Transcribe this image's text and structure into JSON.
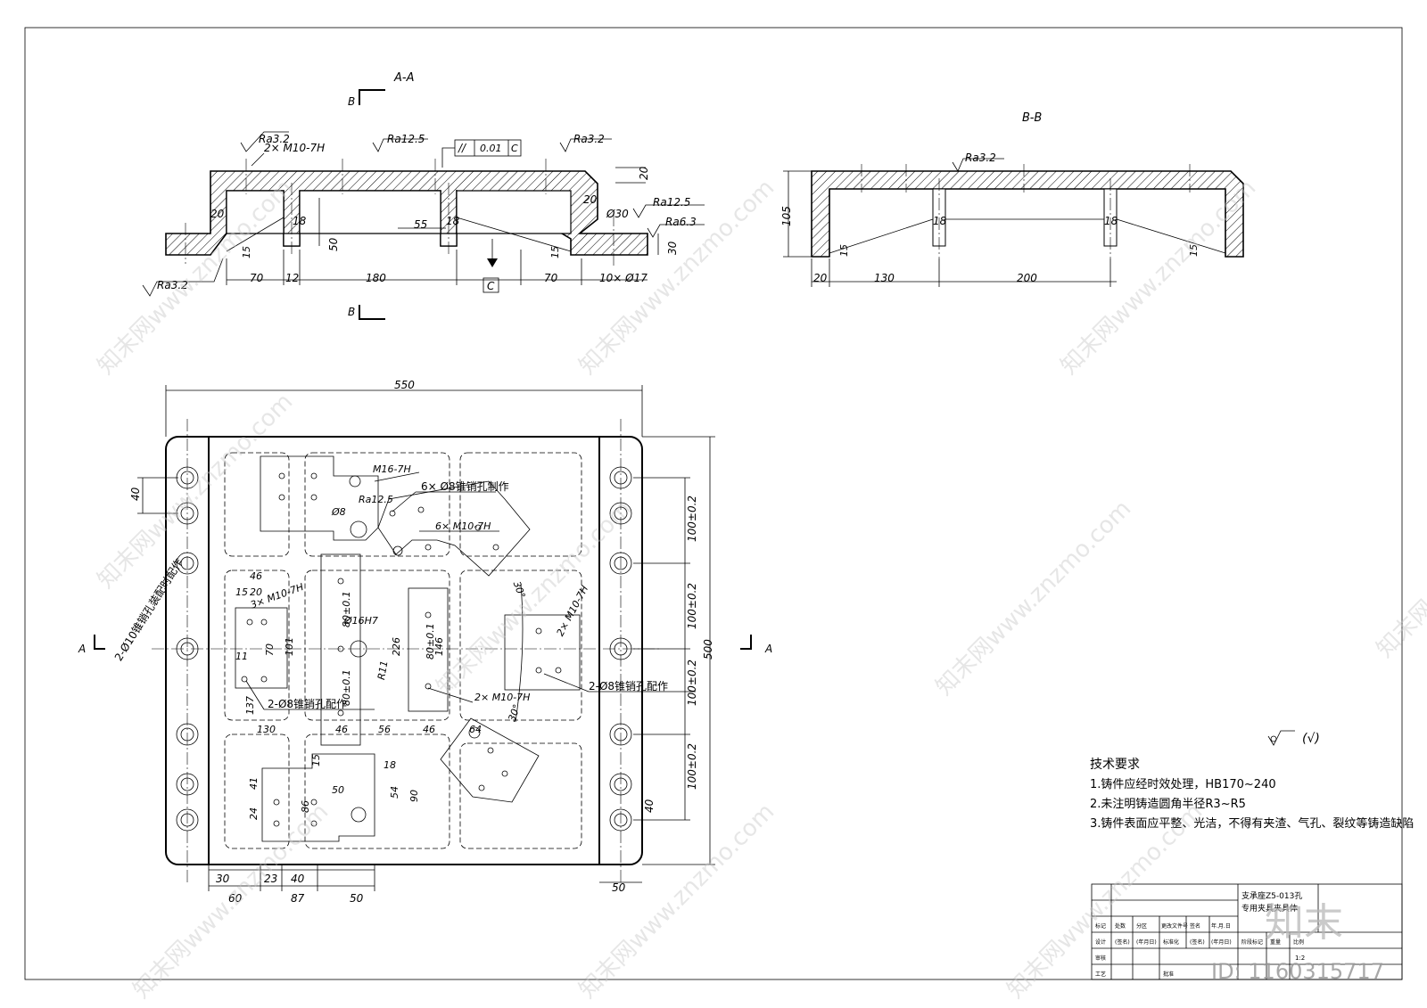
{
  "section_aa": {
    "title": "A-A",
    "cut_mark": "B",
    "roughness": [
      "Ra3.2",
      "Ra12.5",
      "Ra3.2",
      "Ra12.5",
      "Ra6.3",
      "Ra3.2"
    ],
    "thread_callout": "2× M10-7H",
    "tolerance_frame": [
      "//",
      "0.01",
      "C"
    ],
    "datum": "C",
    "dims": [
      "20",
      "18",
      "50",
      "55",
      "18",
      "15",
      "15",
      "20",
      "Ø30",
      "30",
      "20",
      "70",
      "12",
      "180",
      "70",
      "10× Ø17"
    ]
  },
  "section_bb": {
    "title": "B-B",
    "roughness": "Ra3.2",
    "dims": [
      "105",
      "15",
      "18",
      "18",
      "15",
      "20",
      "130",
      "200"
    ]
  },
  "plan_view": {
    "overall_width": "550",
    "overall_height": "500",
    "cut_mark": "A",
    "left_dims": [
      "40",
      "137",
      "130"
    ],
    "right_dims": [
      "100±0.2",
      "100±0.2",
      "100±0.2",
      "100±0.2",
      "40",
      "50"
    ],
    "bottom_dims": [
      "30",
      "23",
      "40",
      "60",
      "87",
      "50"
    ],
    "callouts": [
      "M16-7H",
      "Ra12.5",
      "Ø8",
      "6× Ø8锥销孔制作",
      "6× M10-7H",
      "3× M10-7H",
      "Ø16H7",
      "R11",
      "2× M10-7H",
      "2× M10-7H",
      "2-Ø8锥销孔配作",
      "2-Ø8锥销孔配作",
      "2-Ø10锥销孔装配时配作"
    ],
    "inner_dims": [
      "46",
      "15",
      "20",
      "11",
      "70",
      "101",
      "80±0.1",
      "80±0.1",
      "226",
      "80±0.1",
      "146",
      "46",
      "56",
      "46",
      "64",
      "15",
      "18",
      "50",
      "24",
      "41",
      "86",
      "54",
      "90",
      "30°",
      "30°"
    ]
  },
  "roughness_note": "(√)",
  "tech_requirements": {
    "heading": "技术要求",
    "items": [
      "1.铸件应经时效处理，HB170~240",
      "2.未注明铸造圆角半径R3~R5",
      "3.铸件表面应平整、光洁，不得有夹渣、气孔、裂纹等铸造缺陷"
    ]
  },
  "title_block": {
    "part_name_line1": "支承座Z5-013孔",
    "part_name_line2": "专用夹具夹具体",
    "headers": [
      "标记",
      "处数",
      "分区",
      "更改文件号",
      "签名",
      "年.月.日"
    ],
    "row2": [
      "设计",
      "(签名)",
      "(年月日)",
      "标准化",
      "(签名)",
      "(年月日)"
    ],
    "row3": [
      "阶段标记",
      "重量",
      "比例"
    ],
    "scale": "1:2",
    "row4": [
      "审核"
    ],
    "row5": [
      "工艺",
      "批准"
    ]
  },
  "watermark": {
    "text": "知末网www.znzmo.com",
    "brand": "知末",
    "id_text": "ID: 1160315717"
  }
}
